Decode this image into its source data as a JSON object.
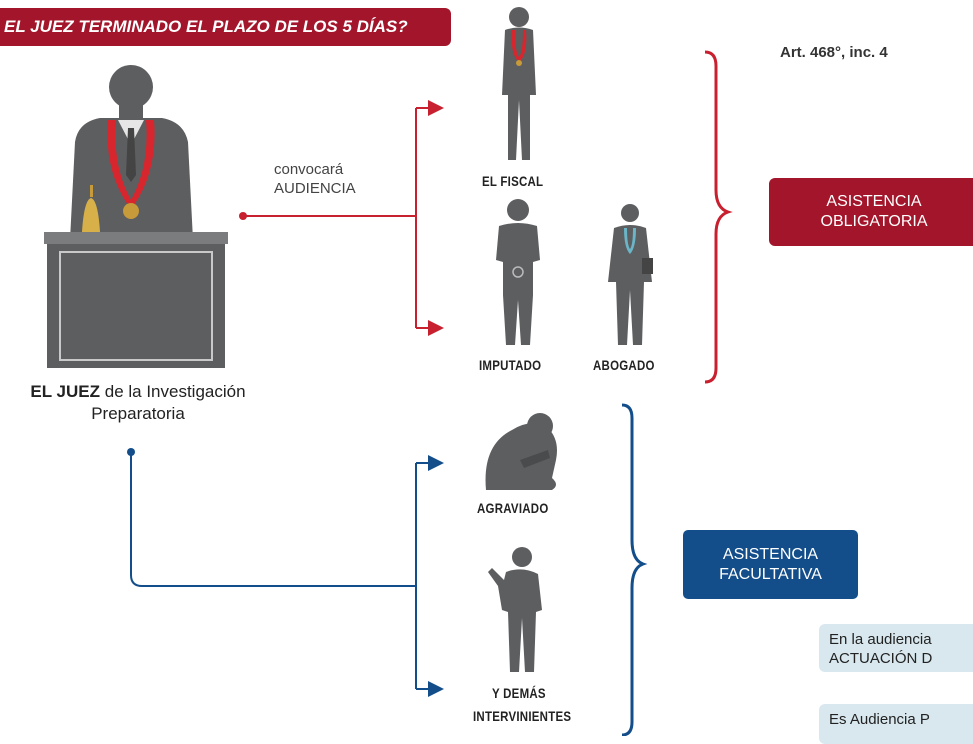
{
  "header": {
    "question": "EL JUEZ TERMINADO EL PLAZO DE LOS 5 DÍAS?"
  },
  "reference": "Art. 468°, inc. 4",
  "judge": {
    "bold_label": "EL JUEZ",
    "label_rest": " de la Investigación",
    "label_line2": "Preparatoria"
  },
  "action": {
    "line1": "convocará",
    "line2": "AUDIENCIA"
  },
  "participants": {
    "fiscal": "EL FISCAL",
    "imputado": "IMPUTADO",
    "abogado": "ABOGADO",
    "agraviado": "AGRAVIADO",
    "demas_line1": "Y DEMÁS",
    "demas_line2": "INTERVINIENTES"
  },
  "groups": {
    "obligatoria": {
      "line1": "ASISTENCIA",
      "line2": "OBLIGATORIA"
    },
    "facultativa": {
      "line1": "ASISTENCIA",
      "line2": "FACULTATIVA"
    }
  },
  "notes": {
    "note1_line1": "En la audiencia",
    "note1_line2": "ACTUACIÓN D",
    "note2_line1": "Es Audiencia P"
  },
  "colors": {
    "red": "#a3152a",
    "red_line": "#c9202f",
    "blue": "#134e8a",
    "silhouette": "#5d5e60",
    "note_bg": "#d8e8ee"
  }
}
